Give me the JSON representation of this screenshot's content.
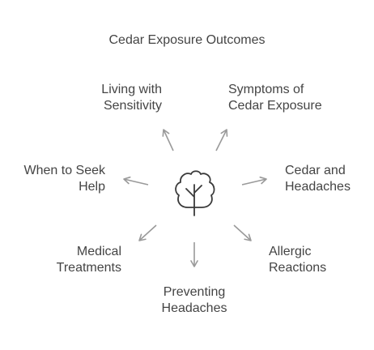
{
  "title": "Cedar Exposure Outcomes",
  "center_icon": "tree-icon",
  "colors": {
    "text": "#444444",
    "arrow": "#9a9a9a",
    "icon": "#3a3a3a"
  },
  "nodes": [
    {
      "id": "living",
      "lines": [
        "Living with",
        "Sensitivity"
      ]
    },
    {
      "id": "symptoms",
      "lines": [
        "Symptoms of",
        "Cedar Exposure"
      ]
    },
    {
      "id": "seek-help",
      "lines": [
        "When to Seek",
        "Help"
      ]
    },
    {
      "id": "headaches",
      "lines": [
        "Cedar and",
        "Headaches"
      ]
    },
    {
      "id": "medical",
      "lines": [
        "Medical",
        "Treatments"
      ]
    },
    {
      "id": "allergic",
      "lines": [
        "Allergic",
        "Reactions"
      ]
    },
    {
      "id": "preventing",
      "lines": [
        "Preventing",
        "Headaches"
      ]
    }
  ]
}
